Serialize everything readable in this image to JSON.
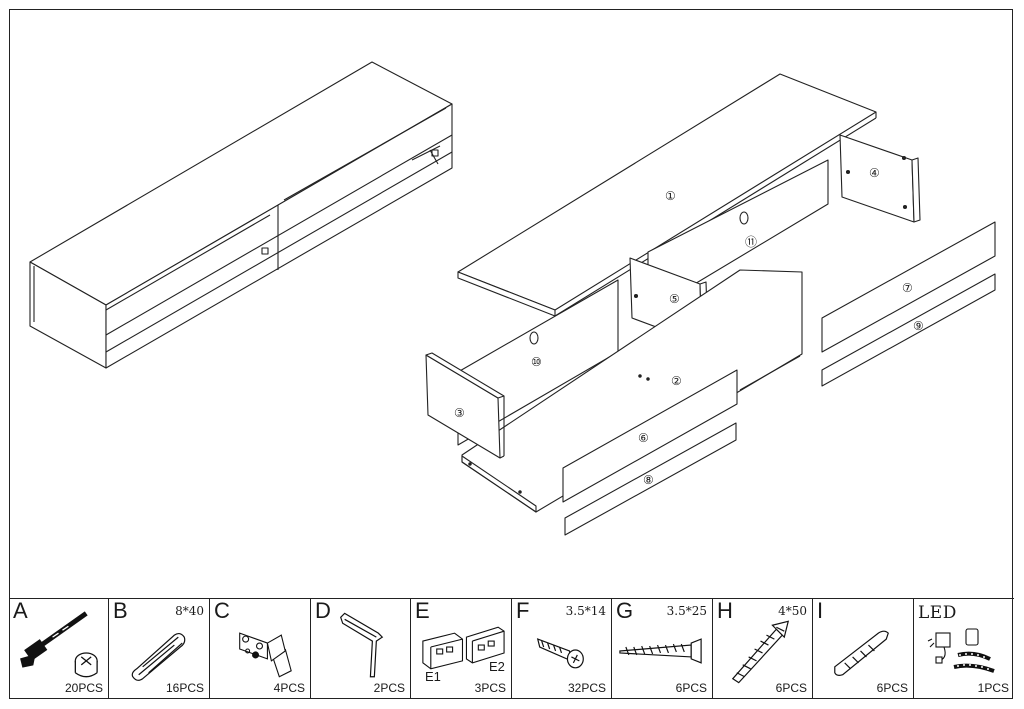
{
  "panel_numbers": [
    "①",
    "②",
    "③",
    "④",
    "⑤",
    "⑥",
    "⑦",
    "⑧",
    "⑨",
    "⑩",
    "⑪"
  ],
  "parts": [
    {
      "letter": "A",
      "size": "",
      "qty": "20PCS",
      "icon": "cam-lock-bolt-icon"
    },
    {
      "letter": "B",
      "size": "8*40",
      "qty": "16PCS",
      "icon": "wooden-dowel-icon"
    },
    {
      "letter": "C",
      "size": "",
      "qty": "4PCS",
      "icon": "hinge-icon"
    },
    {
      "letter": "D",
      "size": "",
      "qty": "2PCS",
      "icon": "support-bracket-icon"
    },
    {
      "letter": "E",
      "size": "",
      "qty": "3PCS",
      "icon": "drawer-slide-icon",
      "sub_labels": [
        "E1",
        "E2"
      ]
    },
    {
      "letter": "F",
      "size": "3.5*14",
      "qty": "32PCS",
      "icon": "short-screw-icon"
    },
    {
      "letter": "G",
      "size": "3.5*25",
      "qty": "6PCS",
      "icon": "medium-screw-icon"
    },
    {
      "letter": "H",
      "size": "4*50",
      "qty": "6PCS",
      "icon": "long-screw-icon"
    },
    {
      "letter": "I",
      "size": "",
      "qty": "6PCS",
      "icon": "plastic-anchor-icon"
    },
    {
      "letter": "LED",
      "size": "",
      "qty": "1PCS",
      "icon": "led-strip-icon"
    }
  ]
}
